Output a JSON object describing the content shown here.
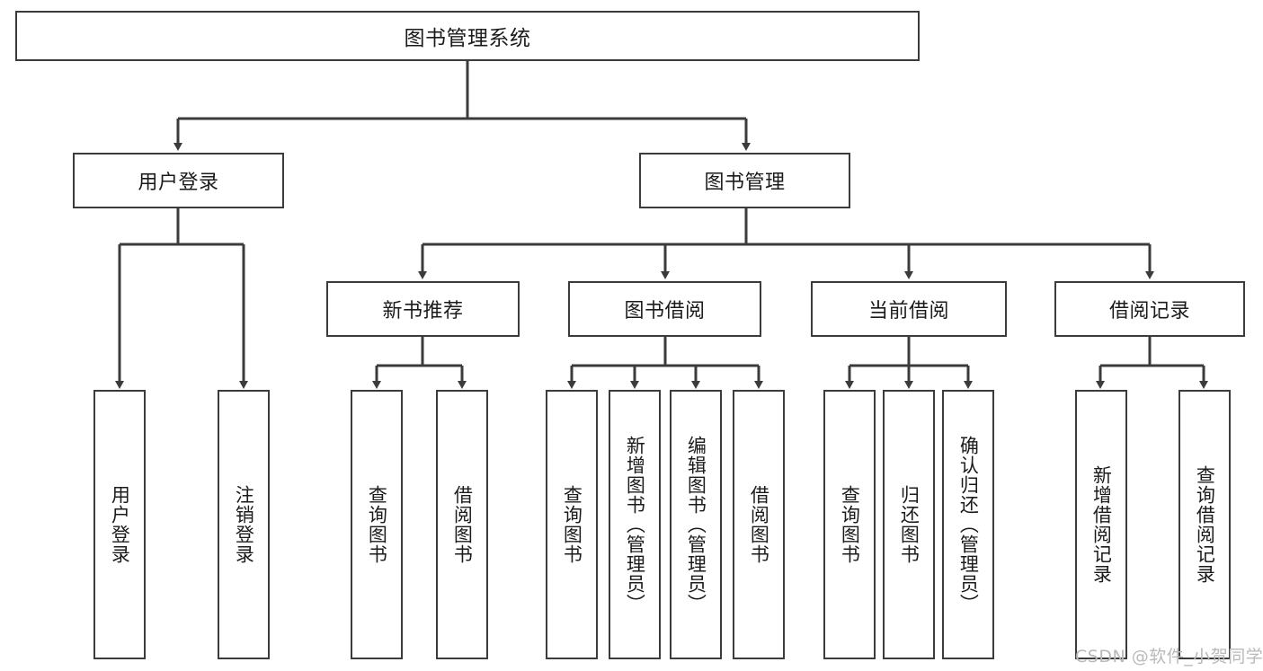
{
  "diagram": {
    "title": "图书管理系统",
    "type": "tree-hierarchy-diagram",
    "colors": {
      "box_border": "#3b3b3b",
      "box_fill": "#ffffff",
      "edge": "#3b3b3b",
      "text": "#1b1b1b",
      "watermark": "#b9b9b9"
    },
    "nodes": {
      "root": {
        "label": "图书管理系统",
        "orientation": "horizontal"
      },
      "level2": [
        {
          "label": "用户登录",
          "orientation": "horizontal"
        },
        {
          "label": "图书管理",
          "orientation": "horizontal"
        }
      ],
      "level3": [
        {
          "label": "新书推荐",
          "orientation": "horizontal"
        },
        {
          "label": "图书借阅",
          "orientation": "horizontal"
        },
        {
          "label": "当前借阅",
          "orientation": "horizontal"
        },
        {
          "label": "借阅记录",
          "orientation": "horizontal"
        }
      ],
      "leaves": [
        {
          "label": "用户登录",
          "parent": "用户登录",
          "orientation": "vertical"
        },
        {
          "label": "注销登录",
          "parent": "用户登录",
          "orientation": "vertical"
        },
        {
          "label": "查询图书",
          "parent": "新书推荐",
          "orientation": "vertical"
        },
        {
          "label": "借阅图书",
          "parent": "新书推荐",
          "orientation": "vertical"
        },
        {
          "label": "查询图书",
          "parent": "图书借阅",
          "orientation": "vertical"
        },
        {
          "label": "新增图书（管理员）",
          "parent": "图书借阅",
          "orientation": "vertical"
        },
        {
          "label": "编辑图书（管理员）",
          "parent": "图书借阅",
          "orientation": "vertical"
        },
        {
          "label": "借阅图书",
          "parent": "图书借阅",
          "orientation": "vertical"
        },
        {
          "label": "查询图书",
          "parent": "当前借阅",
          "orientation": "vertical"
        },
        {
          "label": "归还图书",
          "parent": "当前借阅",
          "orientation": "vertical"
        },
        {
          "label": "确认归还（管理员）",
          "parent": "当前借阅",
          "orientation": "vertical"
        },
        {
          "label": "新增借阅记录",
          "parent": "借阅记录",
          "orientation": "vertical"
        },
        {
          "label": "查询借阅记录",
          "parent": "借阅记录",
          "orientation": "vertical"
        }
      ]
    },
    "watermark": "CSDN @软件_小贺同学"
  }
}
